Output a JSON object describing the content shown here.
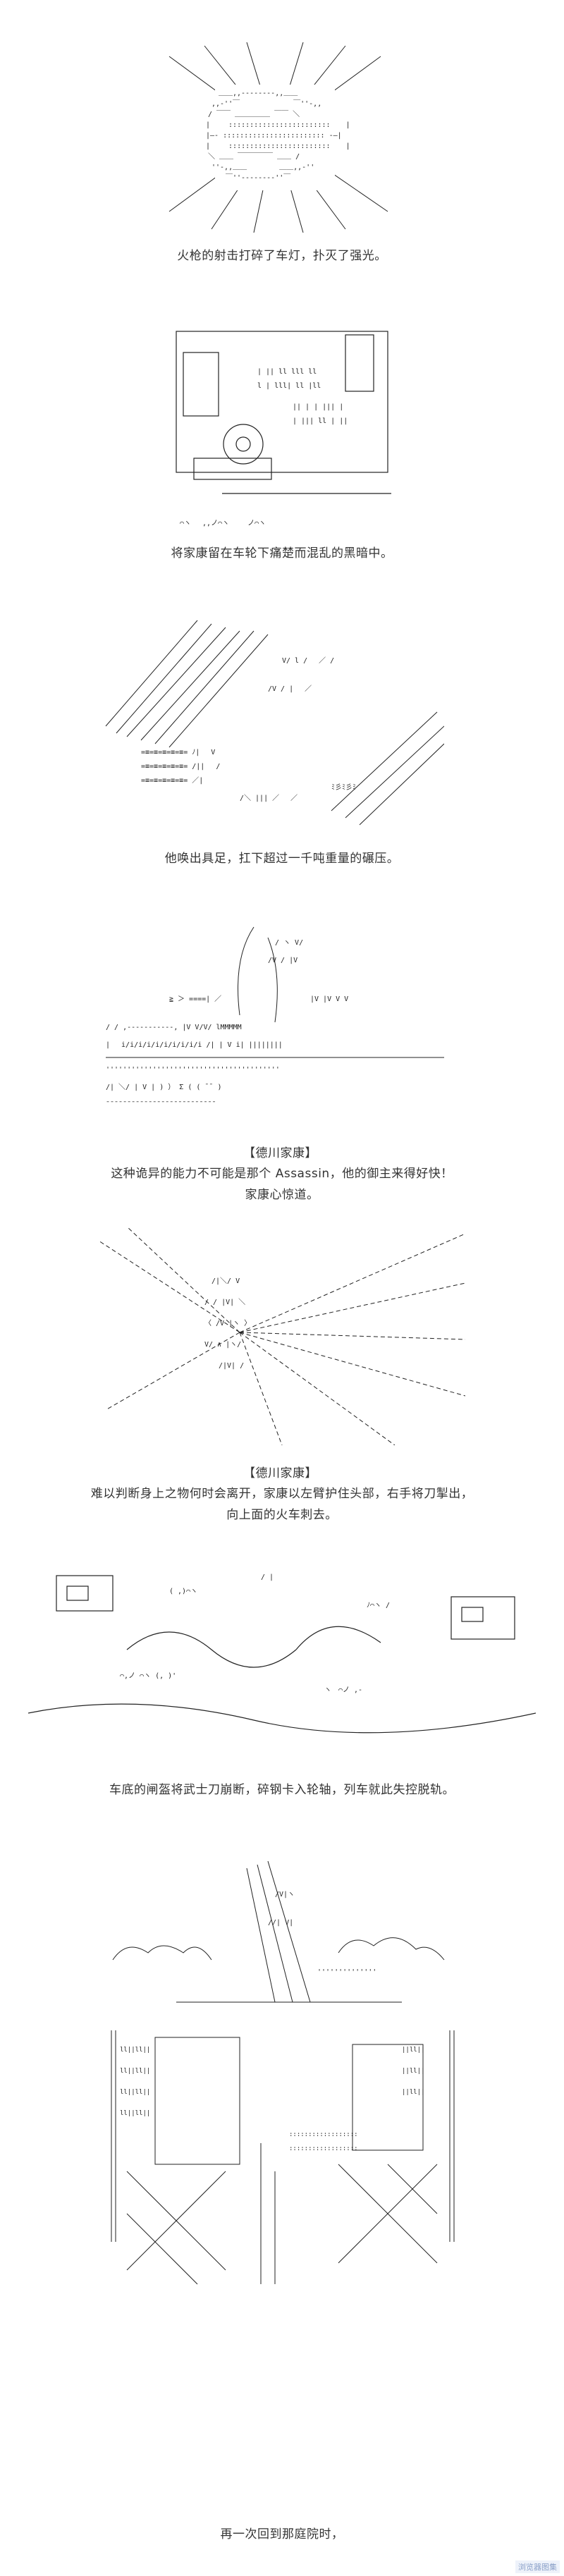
{
  "captions": {
    "c1": "火枪的射击打碎了车灯，扑灭了强光。",
    "c2": "将家康留在车轮下痛楚而混乱的黑暗中。",
    "c3": "他唤出具足，扛下超过一千吨重量的碾压。",
    "c4_speaker": "【德川家康】",
    "c4_line1": "这种诡异的能力不可能是那个 Assassin，他的御主来得好快！",
    "c4_line2": "家康心惊道。",
    "c5_speaker": "【德川家康】",
    "c5_line1": "难以判断身上之物何时会离开，家康以左臂护住头部，右手将刀掣出，",
    "c5_line2": "向上面的火车刺去。",
    "c6": "车底的闸盔将武士刀崩断，碎钢卡入轮轴，列车就此失控脱轨。",
    "c7": "再一次回到那庭院时，"
  },
  "watermark": "浏览器图集",
  "art": {
    "panel1": "spotlight-burst",
    "panel2": "train-wheel-darkness",
    "panel3": "armor-under-train",
    "panel4": "ieyasu-kneeling",
    "panel5": "speed-lines-figure",
    "panel6": "derailment-explosion",
    "panel7": "smoke-figure",
    "panel8": "garden-buildings"
  }
}
